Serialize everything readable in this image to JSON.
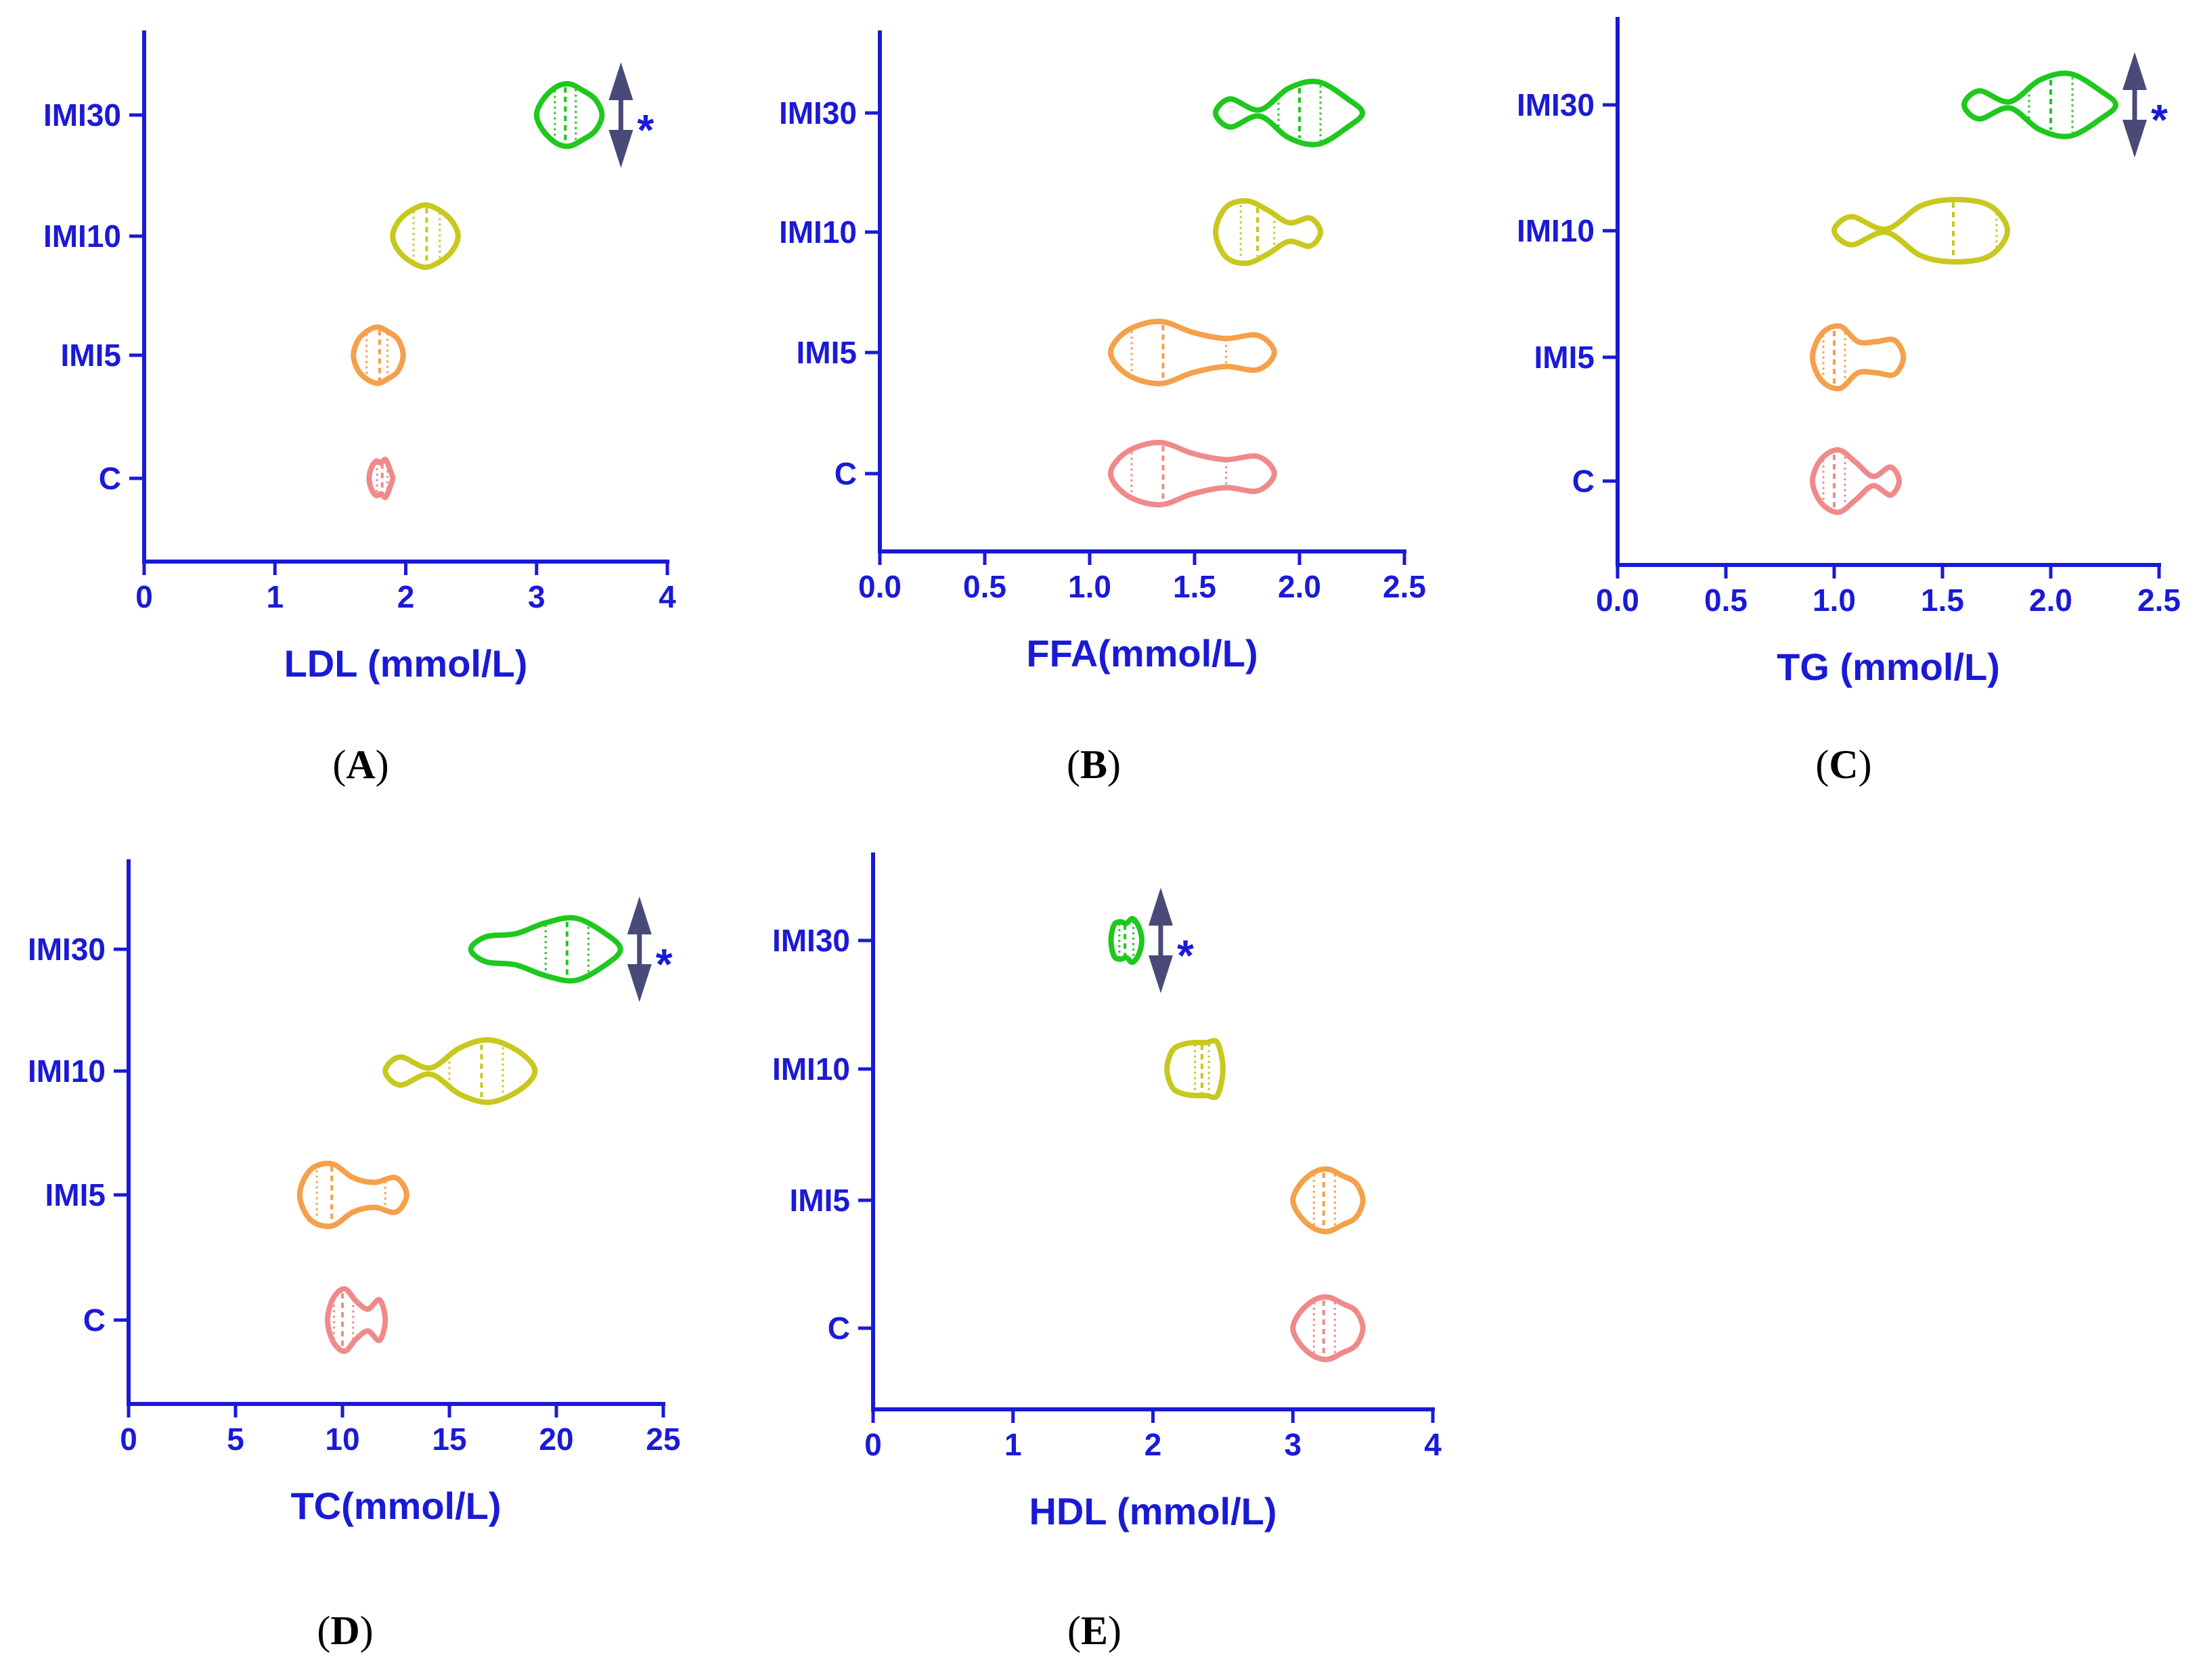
{
  "colors": {
    "axis": "#1a1ad6",
    "arrow": "#4a4a78",
    "groups": {
      "C": "#f08a8a",
      "IMI5": "#f5a04a",
      "IMI10": "#c8c81e",
      "IMI30": "#1ec81e"
    }
  },
  "chart_data": [
    {
      "panel": "A",
      "panel_label": "(A)",
      "type": "violin",
      "orientation": "horizontal",
      "xlabel": "LDL (mmol/L)",
      "xlim": [
        0,
        4
      ],
      "xticks": [
        0,
        1,
        2,
        3,
        4
      ],
      "xtick_labels": [
        "0",
        "1",
        "2",
        "3",
        "4"
      ],
      "categories": [
        "C",
        "IMI5",
        "IMI10",
        "IMI30"
      ],
      "series": [
        {
          "group": "C",
          "min": 1.72,
          "max": 1.9,
          "q1": 1.78,
          "median": 1.82,
          "q3": 1.86,
          "profile": [
            0.35,
            0.55,
            0.5,
            0.6,
            0.25
          ]
        },
        {
          "group": "IMI5",
          "min": 1.6,
          "max": 1.98,
          "q1": 1.7,
          "median": 1.8,
          "q3": 1.86,
          "profile": [
            0.5,
            0.8,
            0.9,
            0.75,
            0.5
          ]
        },
        {
          "group": "IMI10",
          "min": 1.9,
          "max": 2.4,
          "q1": 2.06,
          "median": 2.16,
          "q3": 2.26,
          "profile": [
            0.5,
            0.85,
            1.0,
            0.85,
            0.5
          ]
        },
        {
          "group": "IMI30",
          "min": 3.0,
          "max": 3.5,
          "q1": 3.14,
          "median": 3.22,
          "q3": 3.3,
          "profile": [
            0.5,
            0.9,
            1.0,
            0.8,
            0.5
          ],
          "significant": true
        }
      ]
    },
    {
      "panel": "B",
      "panel_label": "(B)",
      "type": "violin",
      "orientation": "horizontal",
      "xlabel": "FFA(mmol/L)",
      "xlim": [
        0,
        2.5
      ],
      "xticks": [
        0,
        0.5,
        1,
        1.5,
        2,
        2.5
      ],
      "xtick_labels": [
        "0.0",
        "0.5",
        "1.0",
        "1.5",
        "2.0",
        "2.5"
      ],
      "categories": [
        "C",
        "IMI5",
        "IMI10",
        "IMI30"
      ],
      "series": [
        {
          "group": "C",
          "min": 1.1,
          "max": 1.88,
          "q1": 1.2,
          "median": 1.35,
          "q3": 1.65,
          "profile": [
            0.7,
            1.0,
            0.65,
            0.45,
            0.55
          ]
        },
        {
          "group": "IMI5",
          "min": 1.1,
          "max": 1.88,
          "q1": 1.2,
          "median": 1.35,
          "q3": 1.65,
          "profile": [
            0.7,
            1.0,
            0.65,
            0.45,
            0.55
          ]
        },
        {
          "group": "IMI10",
          "min": 1.6,
          "max": 2.1,
          "q1": 1.72,
          "median": 1.8,
          "q3": 1.88,
          "profile": [
            0.8,
            1.0,
            0.7,
            0.3,
            0.45
          ]
        },
        {
          "group": "IMI30",
          "min": 1.6,
          "max": 2.3,
          "q1": 1.9,
          "median": 2.0,
          "q3": 2.1,
          "profile": [
            0.45,
            0.1,
            0.8,
            1.0,
            0.45
          ]
        }
      ]
    },
    {
      "panel": "C",
      "panel_label": "(C)",
      "type": "violin",
      "orientation": "horizontal",
      "xlabel": "TG (mmol/L)",
      "xlim": [
        0,
        2.5
      ],
      "xticks": [
        0,
        0.5,
        1,
        1.5,
        2,
        2.5
      ],
      "xtick_labels": [
        "0.0",
        "0.5",
        "1.0",
        "1.5",
        "2.0",
        "2.5"
      ],
      "categories": [
        "C",
        "IMI5",
        "IMI10",
        "IMI30"
      ],
      "series": [
        {
          "group": "C",
          "min": 0.9,
          "max": 1.3,
          "q1": 0.95,
          "median": 1.0,
          "q3": 1.05,
          "profile": [
            0.7,
            1.0,
            0.6,
            0.15,
            0.45
          ]
        },
        {
          "group": "IMI5",
          "min": 0.9,
          "max": 1.32,
          "q1": 0.95,
          "median": 1.0,
          "q3": 1.05,
          "profile": [
            0.75,
            1.0,
            0.5,
            0.5,
            0.55
          ]
        },
        {
          "group": "IMI10",
          "min": 1.0,
          "max": 1.8,
          "q1": 1.25,
          "median": 1.55,
          "q3": 1.75,
          "profile": [
            0.45,
            0.05,
            0.8,
            1.0,
            0.8
          ]
        },
        {
          "group": "IMI30",
          "min": 1.6,
          "max": 2.3,
          "q1": 1.9,
          "median": 2.0,
          "q3": 2.1,
          "profile": [
            0.45,
            0.1,
            0.8,
            1.0,
            0.45
          ],
          "significant": true
        }
      ]
    },
    {
      "panel": "D",
      "panel_label": "(D)",
      "type": "violin",
      "orientation": "horizontal",
      "xlabel": "TC(mmol/L)",
      "xlim": [
        0,
        25
      ],
      "xticks": [
        0,
        5,
        10,
        15,
        20,
        25
      ],
      "xtick_labels": [
        "0",
        "5",
        "10",
        "15",
        "20",
        "25"
      ],
      "categories": [
        "C",
        "IMI5",
        "IMI10",
        "IMI30"
      ],
      "series": [
        {
          "group": "C",
          "min": 9.3,
          "max": 12.0,
          "q1": 9.6,
          "median": 10.0,
          "q3": 10.5,
          "profile": [
            0.7,
            1.0,
            0.6,
            0.35,
            0.65
          ]
        },
        {
          "group": "IMI5",
          "min": 8.0,
          "max": 13.0,
          "q1": 8.8,
          "median": 9.5,
          "q3": 12.0,
          "profile": [
            0.8,
            1.0,
            0.55,
            0.4,
            0.55
          ]
        },
        {
          "group": "IMI10",
          "min": 12.0,
          "max": 19.0,
          "q1": 15.0,
          "median": 16.5,
          "q3": 17.5,
          "profile": [
            0.45,
            0.1,
            0.75,
            1.0,
            0.6
          ]
        },
        {
          "group": "IMI30",
          "min": 16.0,
          "max": 23.0,
          "q1": 19.5,
          "median": 20.5,
          "q3": 21.5,
          "profile": [
            0.4,
            0.5,
            0.85,
            1.0,
            0.5
          ],
          "significant": true
        }
      ]
    },
    {
      "panel": "E",
      "panel_label": "(E)",
      "type": "violin",
      "orientation": "horizontal",
      "xlabel": "HDL (mmol/L)",
      "xlim": [
        0,
        4
      ],
      "xticks": [
        0,
        1,
        2,
        3,
        4
      ],
      "xtick_labels": [
        "0",
        "1",
        "2",
        "3",
        "4"
      ],
      "categories": [
        "C",
        "IMI5",
        "IMI10",
        "IMI30"
      ],
      "series": [
        {
          "group": "C",
          "min": 3.0,
          "max": 3.5,
          "q1": 3.15,
          "median": 3.22,
          "q3": 3.3,
          "profile": [
            0.5,
            0.9,
            1.0,
            0.8,
            0.55
          ]
        },
        {
          "group": "IMI5",
          "min": 3.0,
          "max": 3.5,
          "q1": 3.15,
          "median": 3.22,
          "q3": 3.3,
          "profile": [
            0.5,
            0.9,
            1.0,
            0.8,
            0.55
          ]
        },
        {
          "group": "IMI10",
          "min": 2.1,
          "max": 2.5,
          "q1": 2.3,
          "median": 2.35,
          "q3": 2.4,
          "profile": [
            0.6,
            0.8,
            0.85,
            0.85,
            0.85
          ]
        },
        {
          "group": "IMI30",
          "min": 1.7,
          "max": 1.92,
          "q1": 1.76,
          "median": 1.8,
          "q3": 1.86,
          "profile": [
            0.5,
            0.6,
            0.55,
            0.7,
            0.45
          ],
          "significant": true
        }
      ]
    }
  ],
  "significance_marker": "*"
}
